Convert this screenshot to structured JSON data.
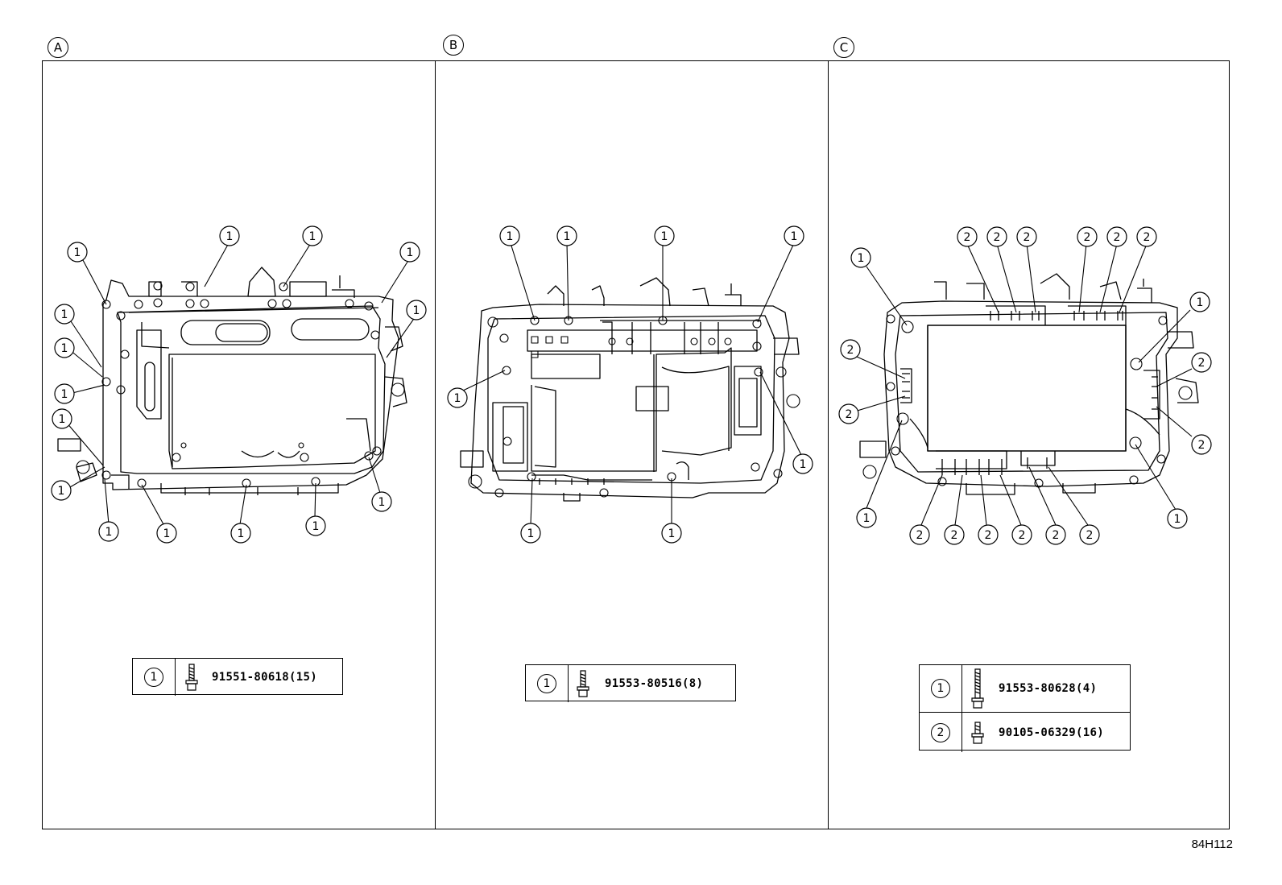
{
  "panels": [
    {
      "letter": "A",
      "legend": [
        {
          "num": "1",
          "part_number": "91551-80618(15)",
          "bolt": "flange-bolt-short-icon"
        }
      ]
    },
    {
      "letter": "B",
      "legend": [
        {
          "num": "1",
          "part_number": "91553-80516(8)",
          "bolt": "flange-bolt-short-icon"
        }
      ]
    },
    {
      "letter": "C",
      "legend": [
        {
          "num": "1",
          "part_number": "91553-80628(4)",
          "bolt": "flange-bolt-long-icon"
        },
        {
          "num": "2",
          "part_number": "90105-06329(16)",
          "bolt": "flange-bolt-short-icon"
        }
      ]
    }
  ],
  "callouts": {
    "one": "1",
    "two": "2"
  },
  "drawing_code": "84H112"
}
